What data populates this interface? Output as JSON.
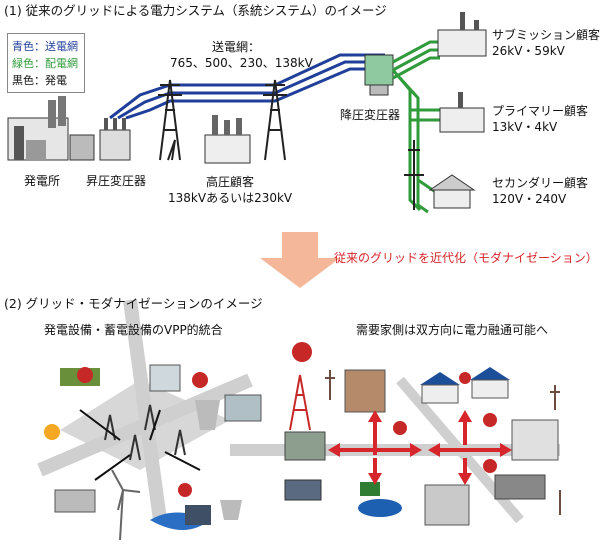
{
  "section1": {
    "title": "(1) 従来のグリッドによる電力システム（系統システム）のイメージ",
    "legend": [
      {
        "text": "青色：送電網",
        "color": "#1f3f9a"
      },
      {
        "text": "緑色：配電網",
        "color": "#2f9b3a"
      },
      {
        "text": "黒色：発電",
        "color": "#111111"
      }
    ],
    "labels": {
      "transmission_title": "送電網：",
      "transmission_voltages": "765、500、230、138kV",
      "power_plant": "発電所",
      "step_up": "昇圧変圧器",
      "hv_customer_1": "高圧顧客",
      "hv_customer_2": "138kVあるいは230kV",
      "step_down": "降圧変圧器",
      "sub_customer": "サブミッション顧客",
      "sub_voltage": "26kV・59kV",
      "primary_customer": "プライマリー顧客",
      "primary_voltage": "13kV・4kV",
      "secondary_customer": "セカンダリー顧客",
      "secondary_voltage": "120V・240V"
    }
  },
  "arrow_caption": "従来のグリッドを近代化（モダナイゼーション）",
  "section2": {
    "title": "(2) グリッド・モダナイゼーションのイメージ",
    "left_caption": "発電設備・蓄電設備のVPP的統合",
    "right_caption": "需要家側は双方向に電力融通可能へ"
  },
  "colors": {
    "transmission": "#1f3f9a",
    "distribution": "#2f9b3a",
    "arrow": "#f4b79a",
    "caption_red": "#d6262b"
  }
}
